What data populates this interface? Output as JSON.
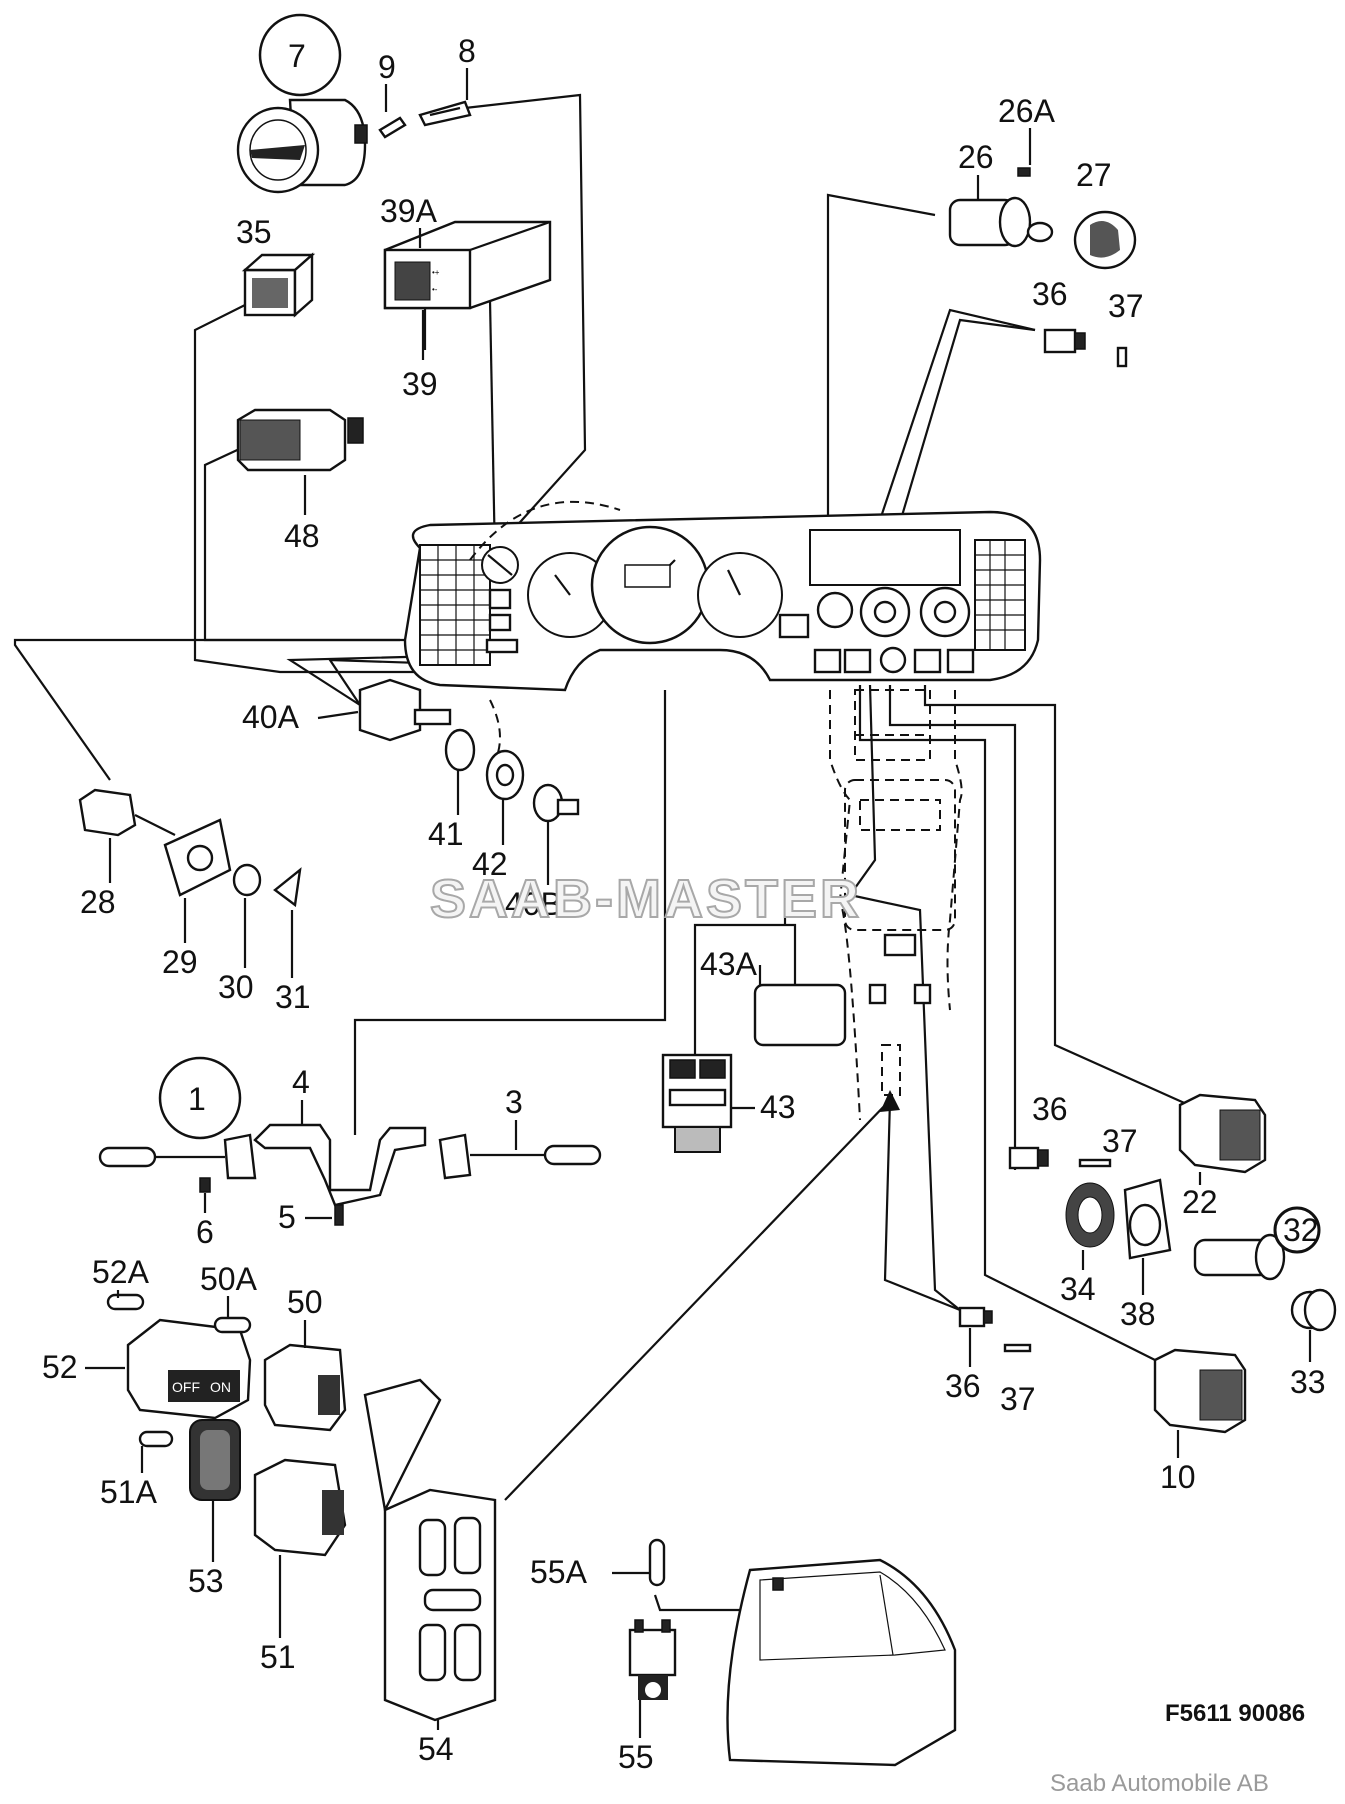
{
  "diagram": {
    "watermark": "SAAB-MASTER",
    "drawing_code": "F5611 90086",
    "footer": "Saab Automobile AB",
    "labels": {
      "p1": "1",
      "p3": "3",
      "p4": "4",
      "p5": "5",
      "p6": "6",
      "p7": "7",
      "p8": "8",
      "p9": "9",
      "p10": "10",
      "p22": "22",
      "p26": "26",
      "p26A": "26A",
      "p27": "27",
      "p28": "28",
      "p29": "29",
      "p30": "30",
      "p31": "31",
      "p32": "32",
      "p33": "33",
      "p34": "34",
      "p35": "35",
      "p36a": "36",
      "p36b": "36",
      "p36c": "36",
      "p37a": "37",
      "p37b": "37",
      "p37c": "37",
      "p38": "38",
      "p39": "39",
      "p39A": "39A",
      "p40A": "40A",
      "p40B": "40B",
      "p41": "41",
      "p42": "42",
      "p43": "43",
      "p43A": "43A",
      "p48": "48",
      "p50": "50",
      "p50A": "50A",
      "p51": "51",
      "p51A": "51A",
      "p52": "52",
      "p52A": "52A",
      "p53": "53",
      "p54": "54",
      "p55": "55",
      "p55A": "55A"
    },
    "switch_text": {
      "off": "OFF",
      "on": "ON"
    }
  }
}
